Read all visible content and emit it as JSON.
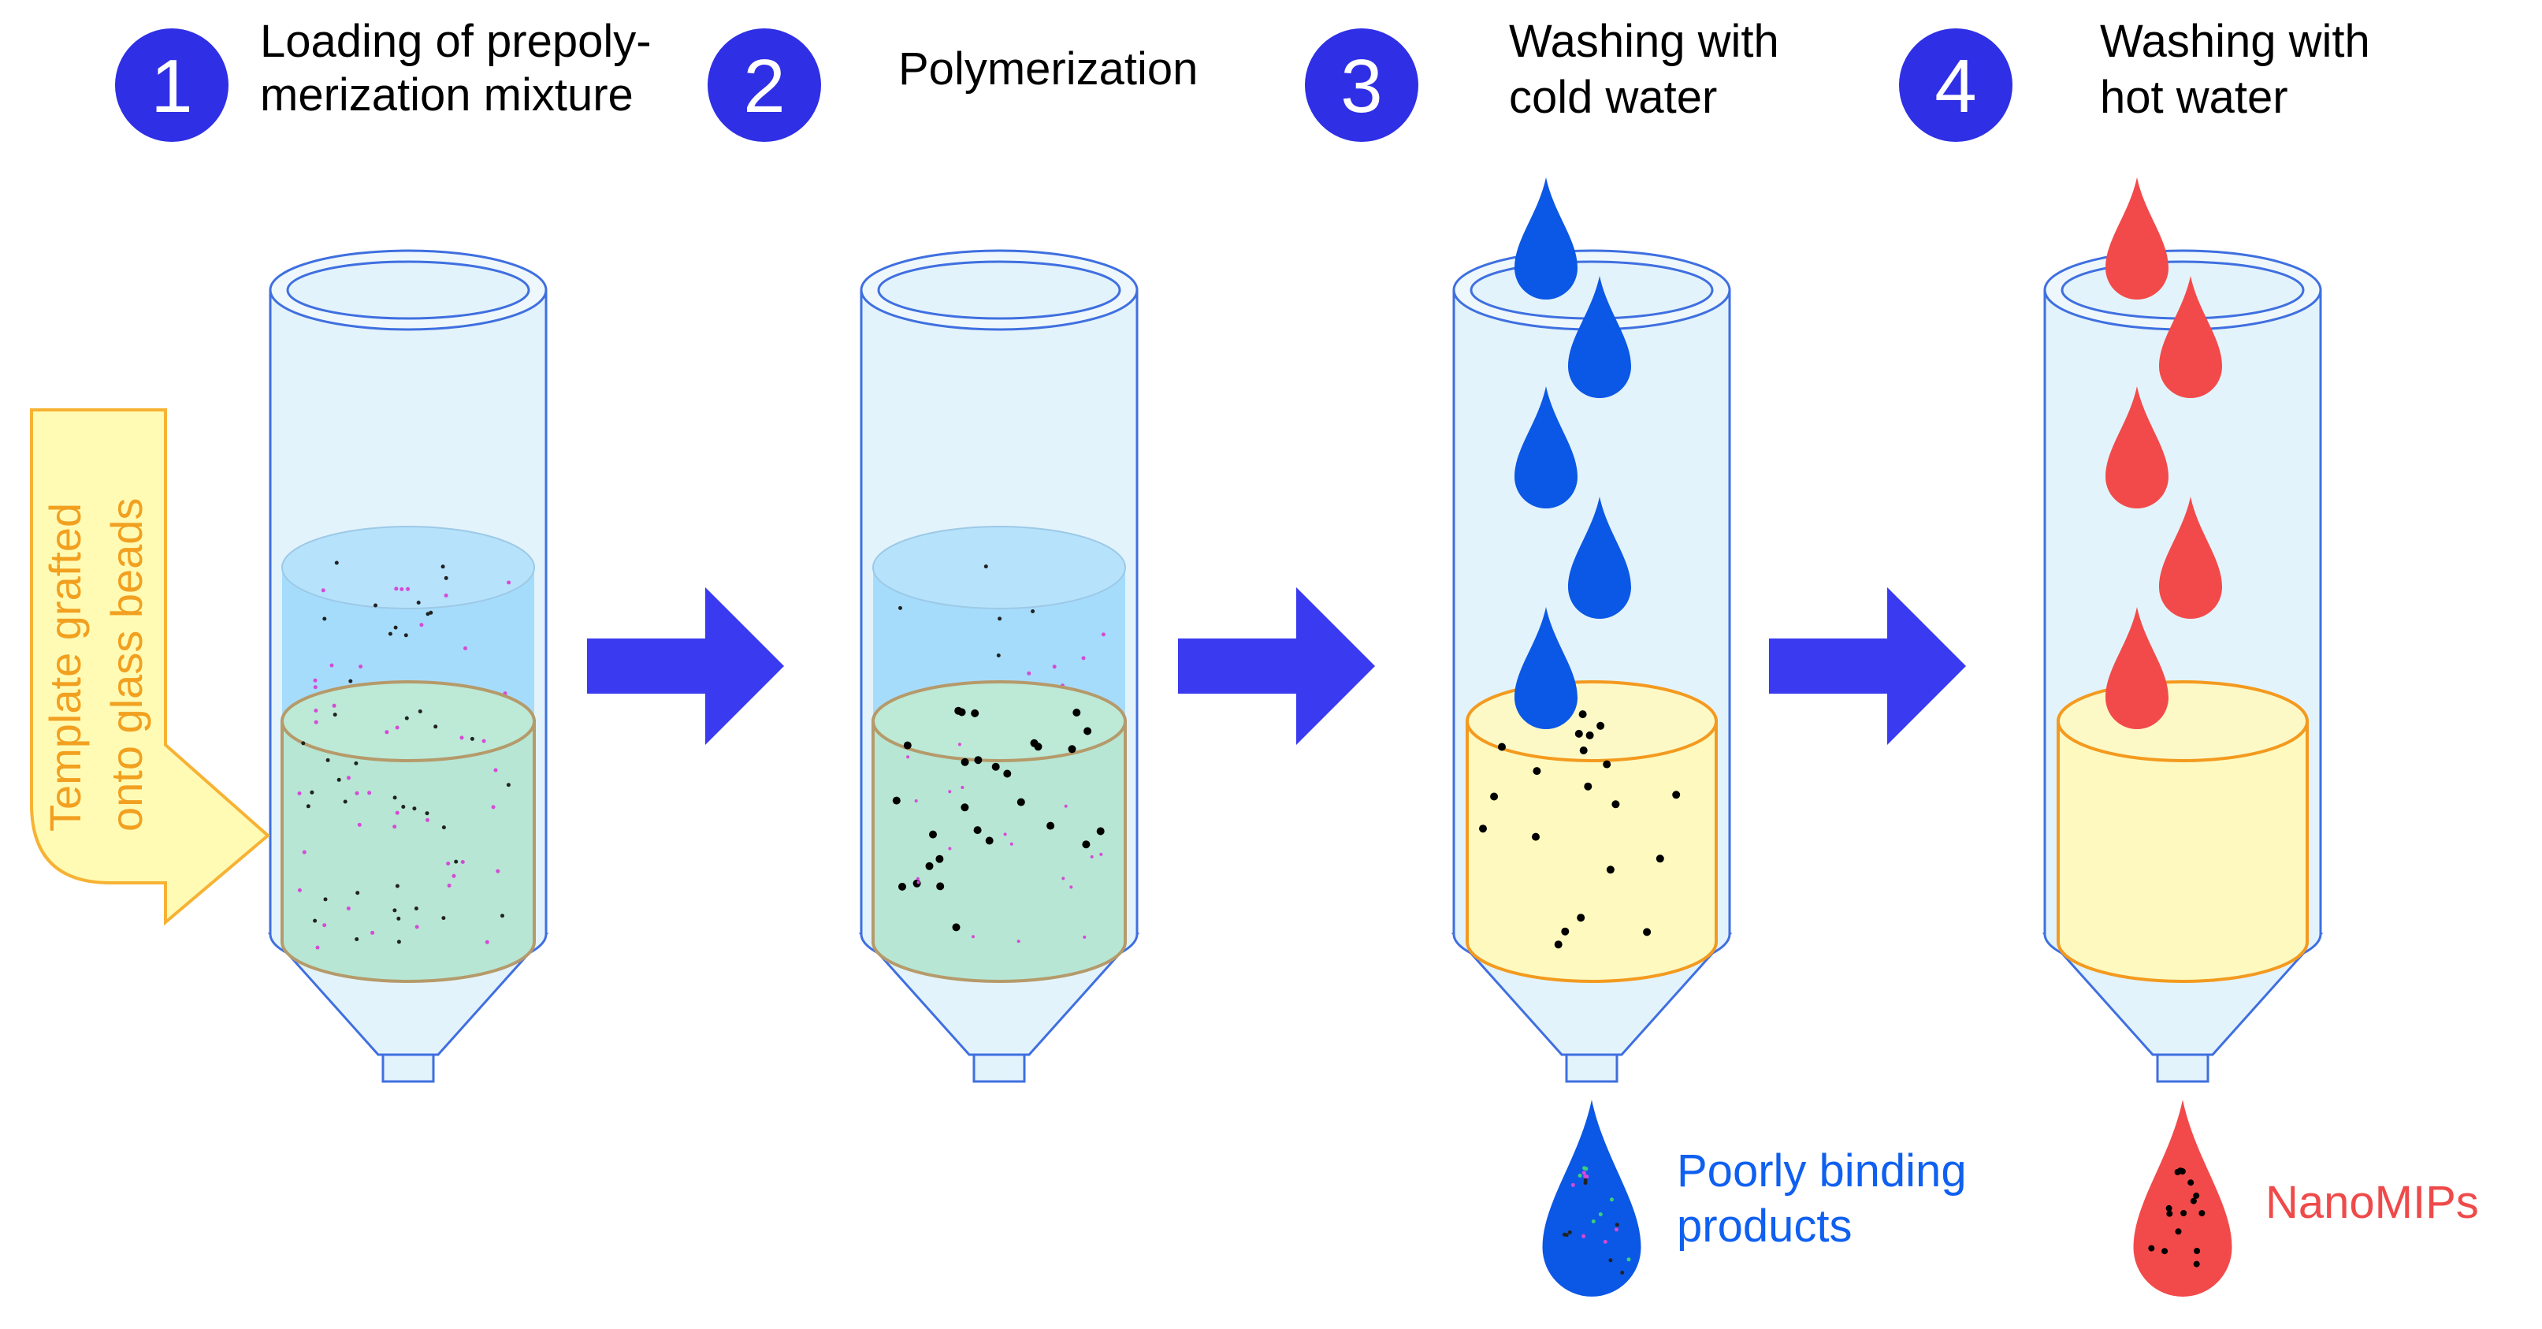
{
  "steps": [
    {
      "number": "1",
      "label_lines": [
        "Loading of prepoly-",
        "merization mixture"
      ]
    },
    {
      "number": "2",
      "label_lines": [
        "Polymerization"
      ]
    },
    {
      "number": "3",
      "label_lines": [
        "Washing with",
        "cold water"
      ]
    },
    {
      "number": "4",
      "label_lines": [
        "Washing with",
        "hot water"
      ]
    }
  ],
  "side_label": {
    "lines": [
      "Template grafted",
      "onto glass beads"
    ]
  },
  "outputs": {
    "poorly_binding": {
      "lines": [
        "Poorly binding",
        "products"
      ]
    },
    "nanomips": {
      "label": "NanoMIPs"
    }
  },
  "colors": {
    "step_circle": "#2f2fe6",
    "arrow": "#3a3af0",
    "cold_water": "#0b57e6",
    "hot_water": "#f24a4a",
    "tube_stroke": "#3f6fe0",
    "tube_fill": "#e3f3fb",
    "liquid": "#a6dcfb",
    "wet_beads": "#b7e6d4",
    "wet_beads_stroke": "#b59a6a",
    "dry_beads": "#fdf9bf",
    "dry_beads_stroke": "#f39a1f",
    "side_arrow_fill": "#fffbb4",
    "side_arrow_stroke": "#f7b234",
    "side_text": "#f2a020",
    "poorly_binding_text": "#1060f0",
    "nanomips_text": "#ef4a4a"
  },
  "icons": [
    "right-arrow-icon",
    "water-drop-icon",
    "column-tube-icon"
  ]
}
